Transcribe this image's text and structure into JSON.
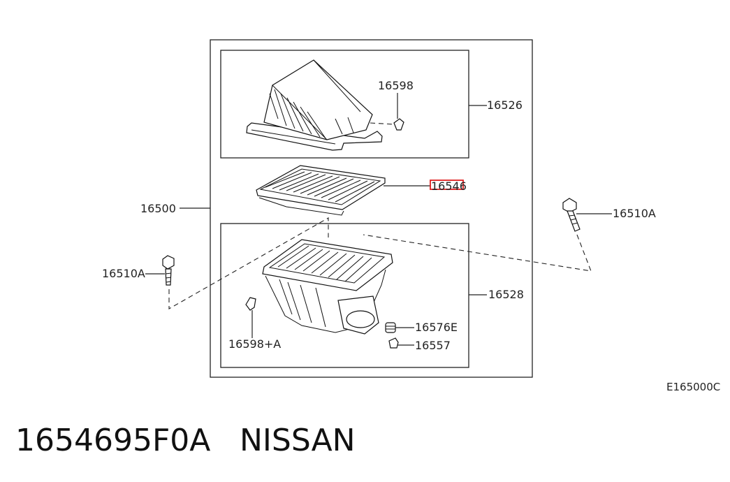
{
  "labels": {
    "p16598": "16598",
    "p16526": "16526",
    "p16546": "16546",
    "p16500": "16500",
    "p16510a_right": "16510A",
    "p16510a_left": "16510A",
    "p16528": "16528",
    "p16576e": "16576E",
    "p16598a": "16598+A",
    "p16557": "16557"
  },
  "diagram_ref": "E165000C",
  "caption": {
    "part_number": "1654695F0A",
    "brand": "NISSAN"
  },
  "colors": {
    "highlight": "#e02020",
    "line": "#222222"
  }
}
